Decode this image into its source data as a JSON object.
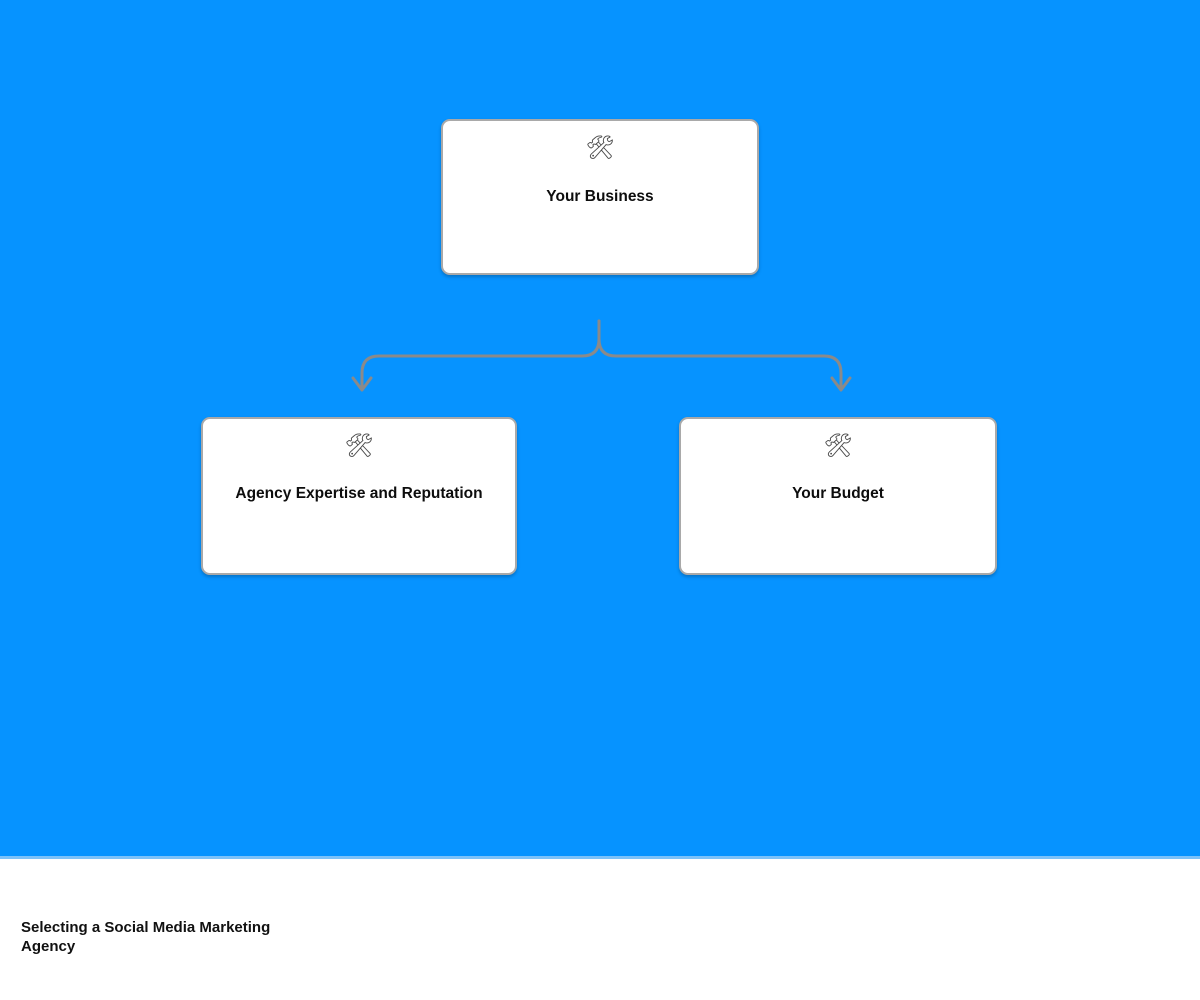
{
  "page": {
    "caption": "Selecting a Social Media Marketing Agency",
    "background_color": "#0693ff",
    "card_background": "#ffffff",
    "card_border_color": "#a9a9a9",
    "connector_color": "#8a8a8a",
    "divider_color": "#7cc2f9",
    "text_color": "#0d0d0d"
  },
  "diagram": {
    "type": "tree",
    "orientation": "top-down",
    "root": {
      "icon": "hammer-and-wrench-emoji",
      "icon_glyph": "🛠",
      "label": "Your Business"
    },
    "children": [
      {
        "icon": "hammer-and-wrench-emoji",
        "icon_glyph": "🛠",
        "label": "Agency Expertise and Reputation"
      },
      {
        "icon": "hammer-and-wrench-emoji",
        "icon_glyph": "🛠",
        "label": "Your Budget"
      }
    ],
    "edges": [
      {
        "from": "Your Business",
        "to": "Agency Expertise and Reputation",
        "style": "elbow-arrow"
      },
      {
        "from": "Your Business",
        "to": "Your Budget",
        "style": "elbow-arrow"
      }
    ]
  }
}
